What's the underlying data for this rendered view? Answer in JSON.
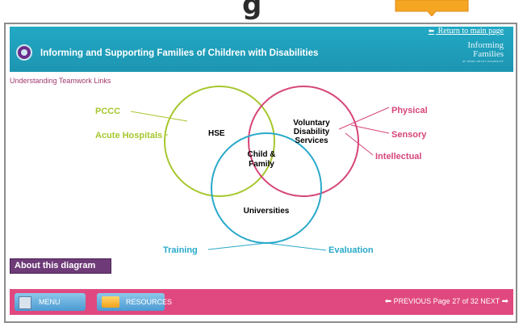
{
  "page_top": {
    "partial_title": "g"
  },
  "header": {
    "return_link": "Return to main page",
    "title": "Informing and Supporting Families of Children with Disabilities",
    "brand_line1": "Informing",
    "brand_line2": "Families",
    "brand_line3": "OF THEIR CHILD'S DISABILITY"
  },
  "section_title": "Understanding Teamwork Links",
  "diagram": {
    "circles": {
      "hse": "HSE",
      "voluntary": [
        "Voluntary",
        "Disability",
        "Services"
      ],
      "center": [
        "Child &",
        "Family"
      ],
      "universities": "Universities"
    },
    "left_labels": [
      "PCCC",
      "Acute Hospitals"
    ],
    "right_labels": [
      "Physical",
      "Sensory",
      "Intellectual"
    ],
    "bottom_labels": [
      "Training",
      "Evaluation"
    ],
    "colors": {
      "hse": "#a6c72e",
      "voluntary": "#d6457a",
      "universities": "#29a9c9"
    }
  },
  "about_button": "About this diagram",
  "footer": {
    "menu": "MENU",
    "resources": "RESOURCES",
    "prev": "PREVIOUS",
    "page_text": "Page 27 of 32",
    "next": "NEXT"
  }
}
